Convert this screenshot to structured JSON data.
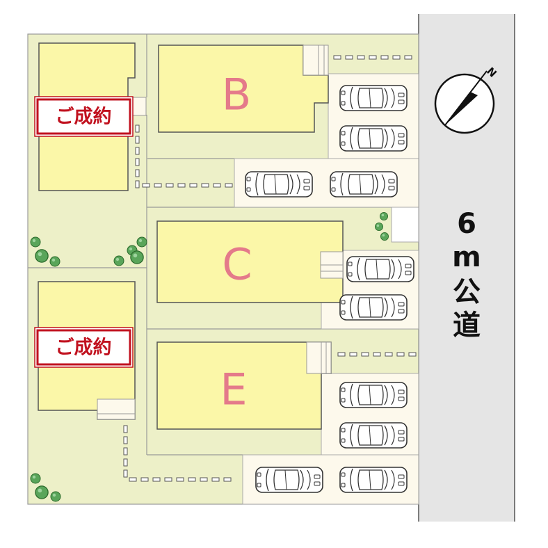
{
  "lots": [
    {
      "label": "B"
    },
    {
      "label": "C"
    },
    {
      "label": "E"
    }
  ],
  "sold_badge": {
    "label": "ご成約"
  },
  "road": {
    "label_lines": [
      "6",
      "m",
      "公",
      "道"
    ]
  },
  "compass": {
    "north_label": "N",
    "bearing_deg": 45
  },
  "colors": {
    "lot_ground": "#edf0c8",
    "building": "#fbf7a8",
    "parking": "#fdf9ec",
    "road": "#e5e5e5",
    "sold_accent": "#c1121f",
    "lot_letter": "#e47a8a",
    "tree": "#4a9a4a"
  },
  "icons": [
    "car-icon",
    "tree-icon",
    "compass-icon"
  ]
}
